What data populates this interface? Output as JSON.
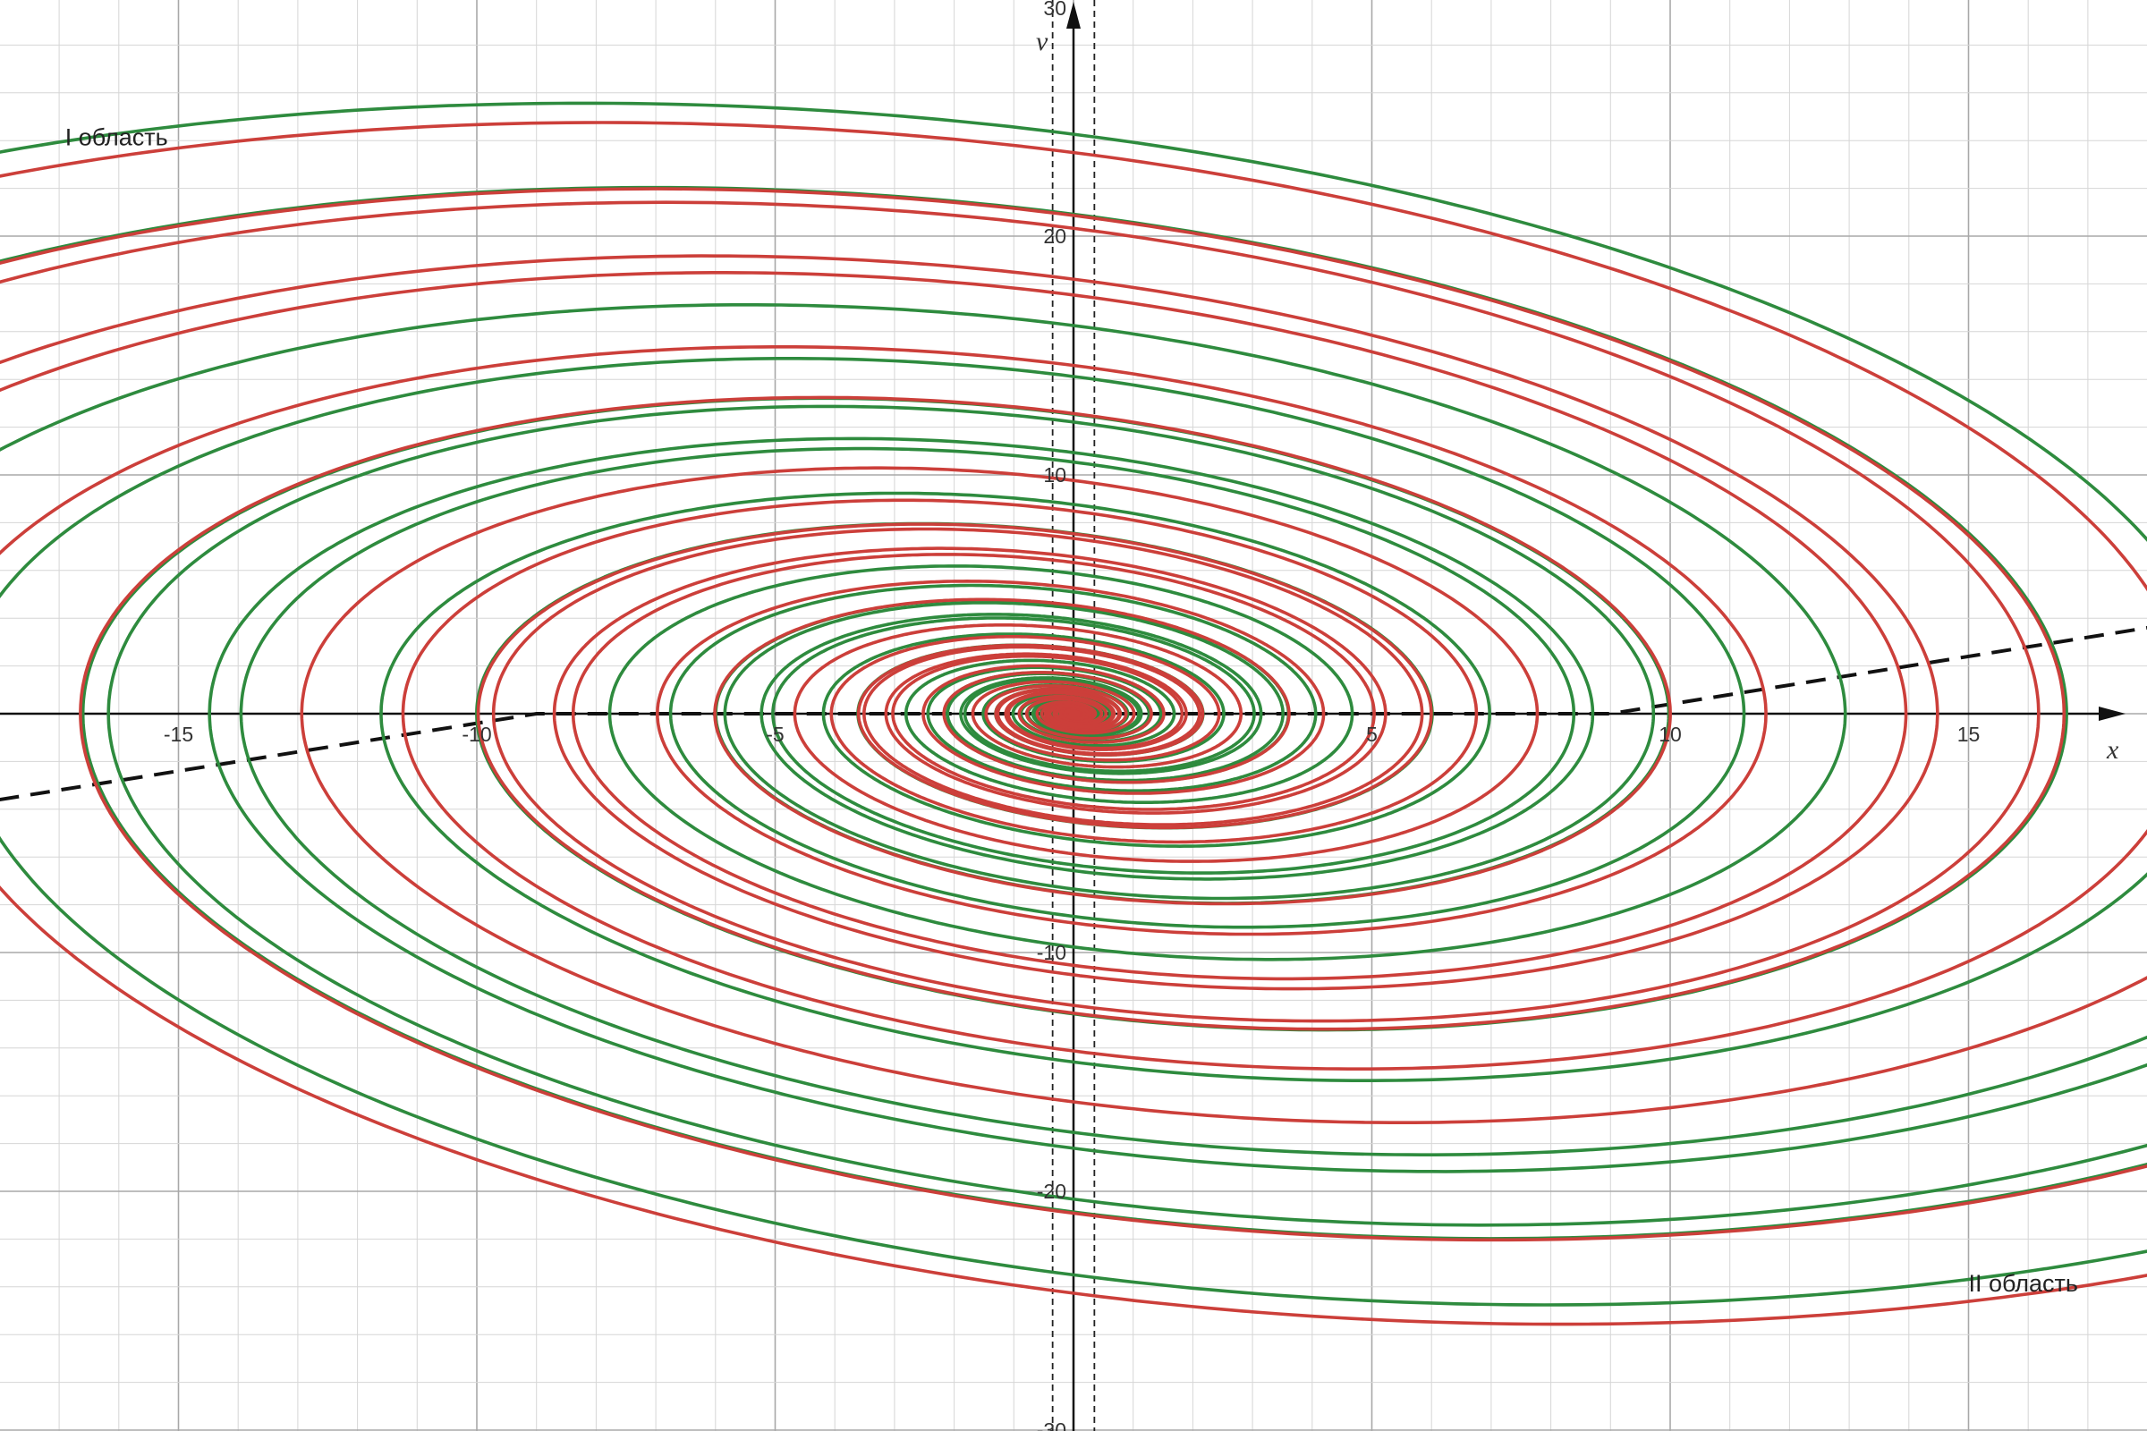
{
  "chart_data": {
    "type": "line",
    "title": "",
    "xlabel": "x",
    "ylabel": "v",
    "xlim": [
      -18,
      18
    ],
    "ylim": [
      -30.5,
      30.5
    ],
    "grid": true,
    "x_ticks": [
      {
        "value": -15,
        "label": "-15"
      },
      {
        "value": -10,
        "label": "-10"
      },
      {
        "value": -5,
        "label": "-5"
      },
      {
        "value": 5,
        "label": "5"
      },
      {
        "value": 10,
        "label": "10"
      },
      {
        "value": 15,
        "label": "15"
      }
    ],
    "y_ticks": [
      {
        "value": 30,
        "label": "30"
      },
      {
        "value": 20,
        "label": "20"
      },
      {
        "value": 10,
        "label": "10"
      },
      {
        "value": -10,
        "label": "-10"
      },
      {
        "value": -20,
        "label": "-20"
      },
      {
        "value": -30,
        "label": "-30"
      }
    ],
    "annotations": [
      {
        "text": "I область",
        "x": -16.9,
        "y": 23.8
      },
      {
        "text": "II область",
        "x": 15.0,
        "y": -24.2
      }
    ],
    "guides": {
      "vertical_dashed_x": [
        -0.35,
        0.35
      ],
      "switching_line": {
        "x_dead": 9.0,
        "slope": 0.4
      }
    },
    "colors": {
      "region_I": "#2e8b3e",
      "region_II": "#cc3f3a",
      "switching": "#111111"
    },
    "model": {
      "damping_b": 0.32,
      "omega": 1.0
    },
    "series": [
      {
        "region": "I",
        "points": [
          [
            -16.6,
            0.2
          ],
          [
            -13.95,
            0.2
          ],
          [
            -10.0,
            0.2
          ],
          [
            -6.75,
            0.2
          ],
          [
            -2.8,
            0.2
          ],
          [
            -2.1,
            0.2
          ],
          [
            -1.5,
            0.2
          ],
          [
            -0.65,
            0.2
          ]
        ]
      },
      {
        "region": "II",
        "points": [
          [
            16.6,
            -0.2
          ],
          [
            13.95,
            -0.2
          ],
          [
            10.0,
            -0.2
          ],
          [
            6.75,
            -0.2
          ],
          [
            2.8,
            -0.2
          ],
          [
            2.1,
            -0.2
          ],
          [
            1.5,
            -0.2
          ],
          [
            0.65,
            -0.2
          ]
        ]
      }
    ]
  }
}
